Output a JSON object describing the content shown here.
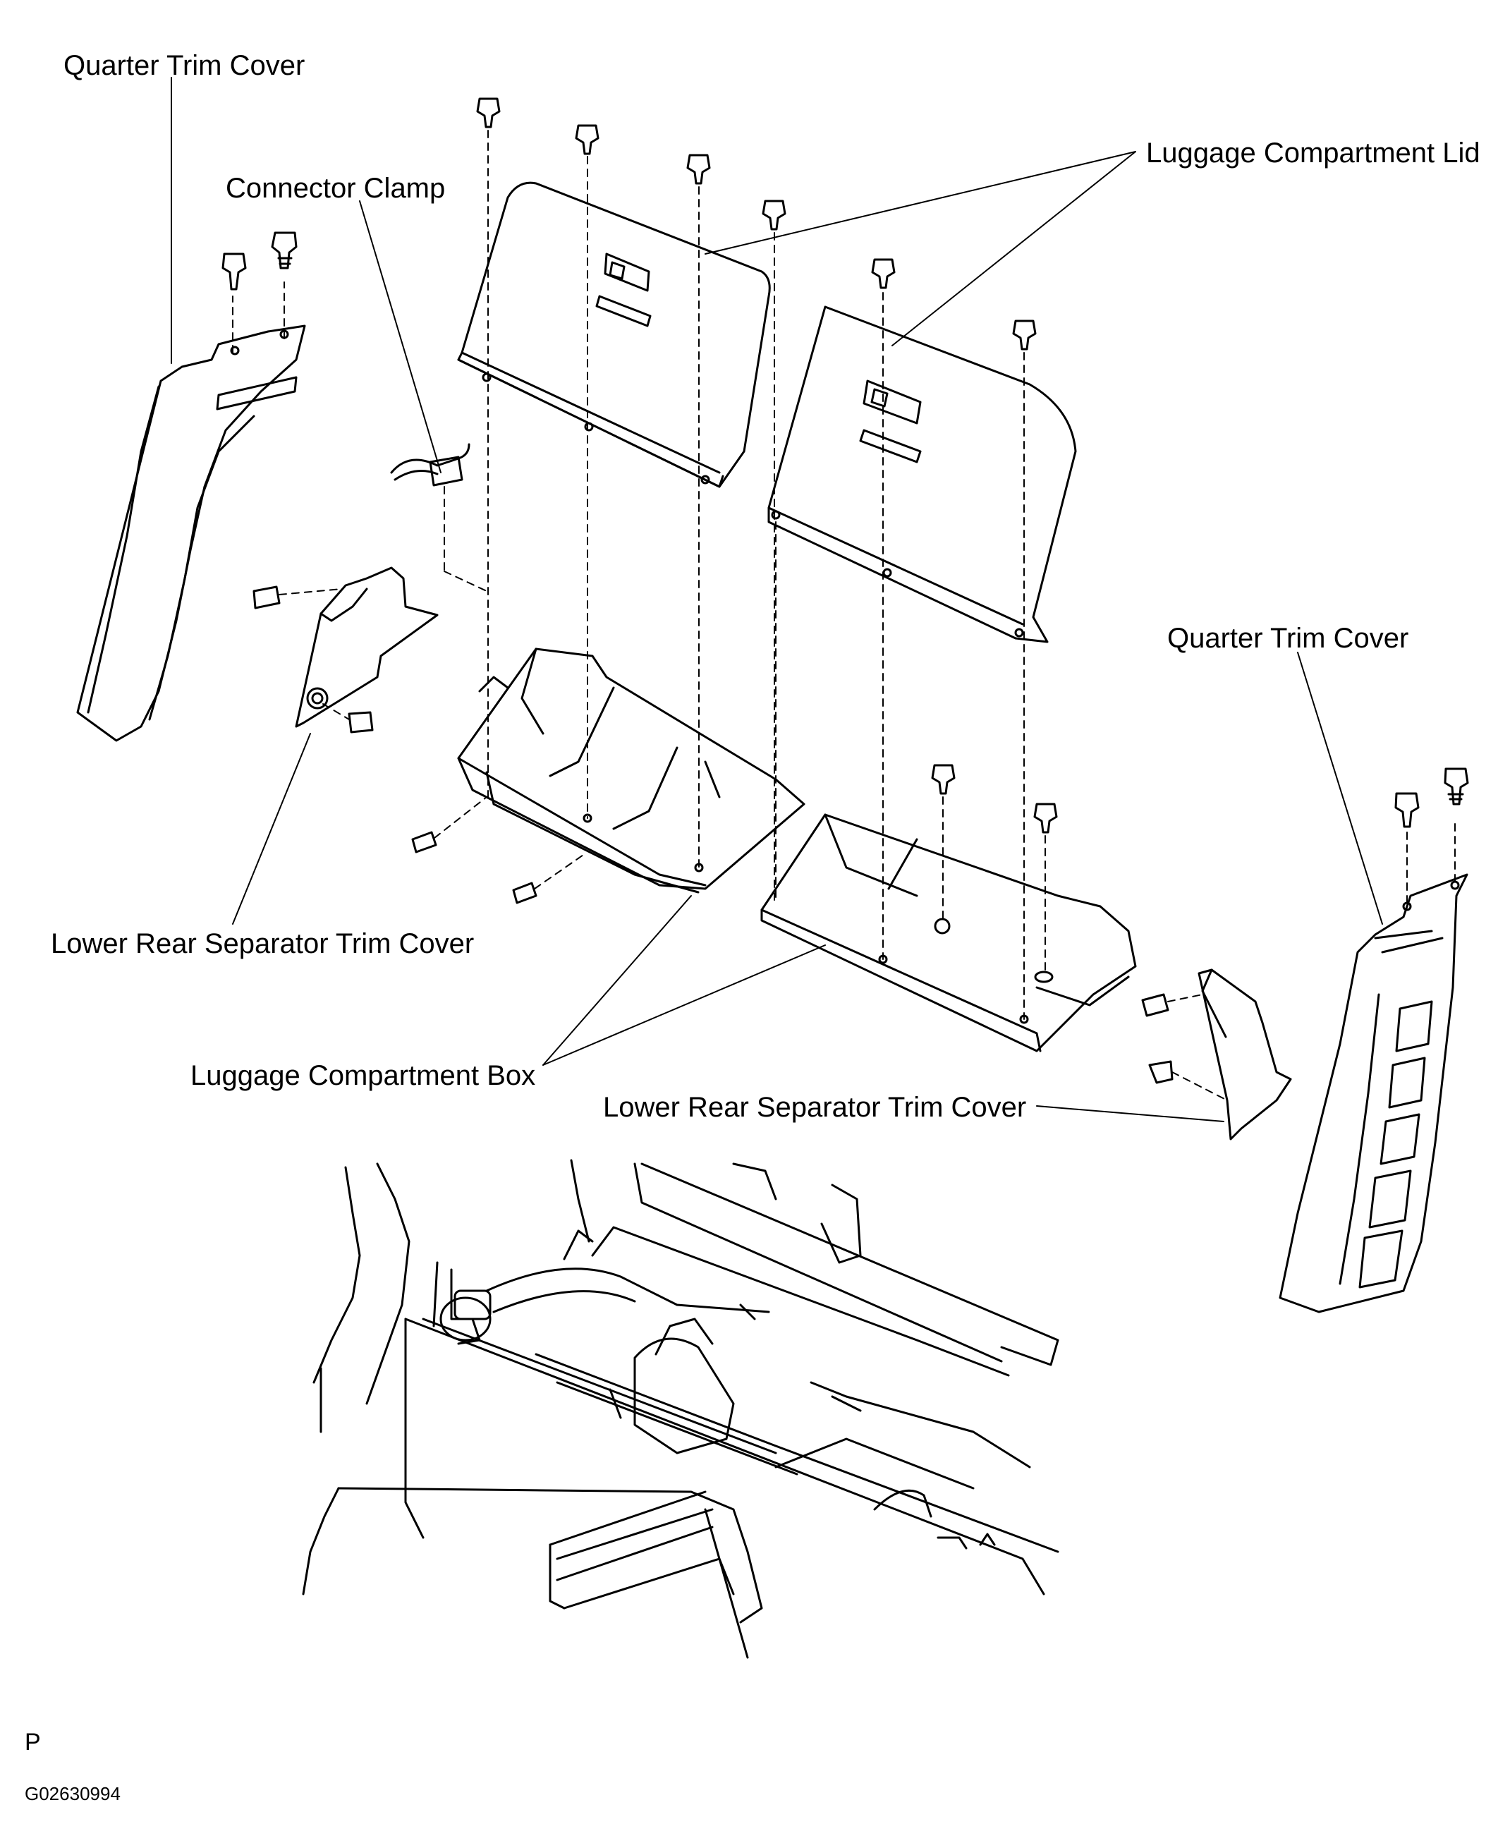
{
  "labels": {
    "quarter_trim_cover_left": "Quarter Trim Cover",
    "connector_clamp": "Connector Clamp",
    "luggage_compartment_lid": "Luggage Compartment Lid",
    "quarter_trim_cover_right": "Quarter Trim Cover",
    "lower_rear_separator_trim_cover_left": "Lower Rear Separator Trim Cover",
    "luggage_compartment_box": "Luggage Compartment Box",
    "lower_rear_separator_trim_cover_right": "Lower Rear Separator Trim Cover"
  },
  "footer": {
    "letter": "P",
    "code": "G02630994"
  },
  "colors": {
    "line": "#000000",
    "background": "#ffffff"
  }
}
